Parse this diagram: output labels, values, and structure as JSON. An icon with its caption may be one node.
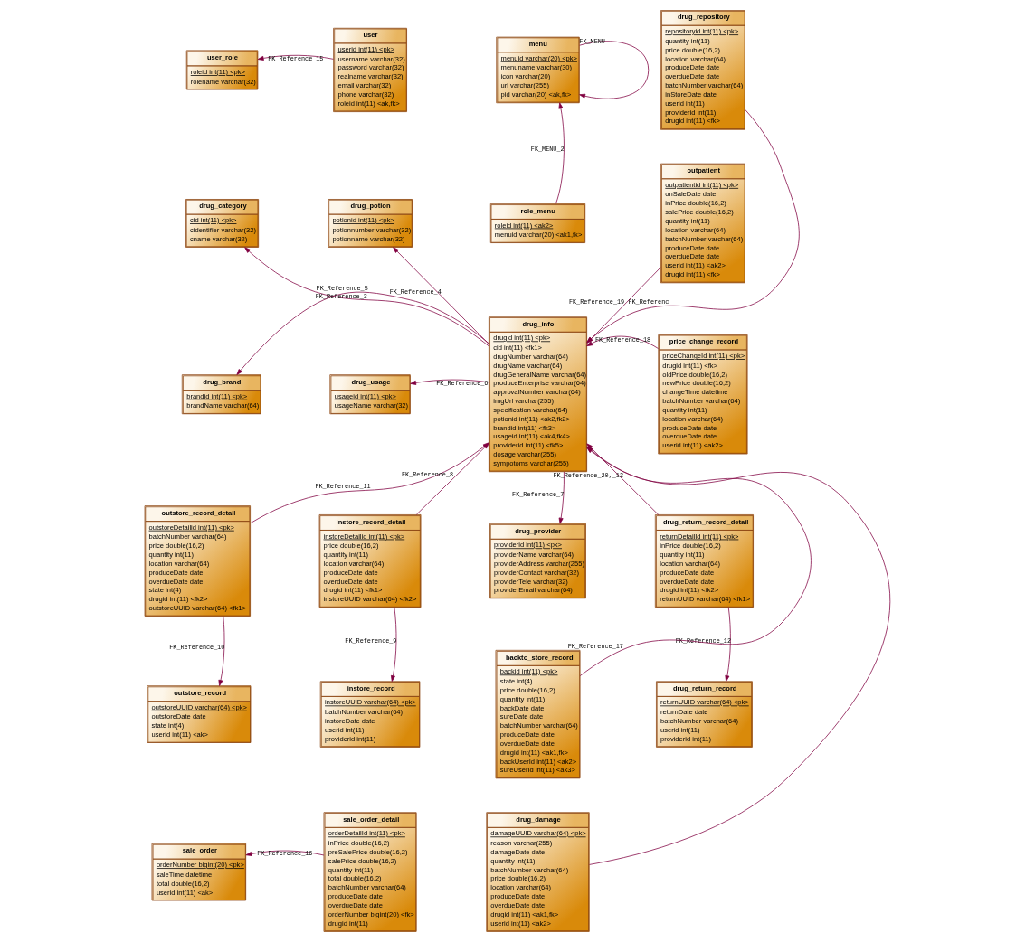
{
  "diagram": {
    "nodes": [
      {
        "text": [
          "menu",
          "menuid varchar(20) <pk>",
          "menuname varchar(30)",
          "icon varchar(20)",
          "url varchar(255)",
          "pid varchar(20) <ak,fk>"
        ]
      },
      {
        "text": [
          "user",
          "userid int(11) <pk>",
          "username varchar(32)",
          "password varchar(32)",
          "realname varchar(32)",
          "email varchar(32)",
          "phone varchar(32)",
          "roleid int(11) <ak,fk>"
        ]
      },
      {
        "text": [
          "user_role",
          "roleid int(11) <pk>",
          "rolename varchar(32)"
        ]
      },
      {
        "text": [
          "role_menu",
          "roleid int(11) <ak2>",
          "menuid varchar(20) <ak1,fk>"
        ]
      },
      {
        "text": [
          "drug_repository",
          "repositoryid int(11) <pk>",
          "quantity int(11)",
          "price double(16,2)",
          "location varchar(64)",
          "produceDate date",
          "overdueDate date",
          "batchNumber varchar(64)",
          "inStoreDate date",
          "userid int(11)",
          "providerid int(11)",
          "drugid int(11) <fk>"
        ]
      },
      {
        "text": [
          "drug_category",
          "cid int(11) <pk>",
          "cidentifier varchar(32)",
          "cname varchar(32)"
        ]
      },
      {
        "text": [
          "drug_potion",
          "potionid int(11) <pk>",
          "potionnumber varchar(32)",
          "potionname varchar(32)"
        ]
      },
      {
        "text": [
          "drug_info",
          "drugid int(11) <pk>",
          "cid int(11) <fk1>",
          "drugNumber varchar(64)",
          "drugName varchar(64)",
          "drugGeneralName varchar(64)",
          "produceEnterprise varchar(64)",
          "approvalNumber varchar(64)",
          "imgUrl varchar(255)",
          "specification varchar(64)",
          "potionid int(11) <ak2,fk2>",
          "brandid int(11) <fk3>",
          "usageid int(11) <ak4,fk4>",
          "providerid int(11) <fk5>",
          "dosage varchar(255)",
          "sympotoms varchar(255)"
        ]
      },
      {
        "text": [
          "outpatient",
          "outpatientid int(11) <pk>",
          "onSaleDate date",
          "inPrice double(16,2)",
          "salePrice double(16,2)",
          "quantity int(11)",
          "location varchar(64)",
          "batchNumber varchar(64)",
          "produceDate date",
          "overdueDate date",
          "userid int(11) <ak2>",
          "drugid int(11) <fk>"
        ]
      },
      {
        "text": [
          "drug_brand",
          "brandid int(11) <pk>",
          "brandName varchar(64)"
        ]
      },
      {
        "text": [
          "drug_usage",
          "usageid int(11) <pk>",
          "usageName varchar(32)"
        ]
      },
      {
        "text": [
          "price_change_record",
          "priceChangeId int(11) <pk>",
          "drugid int(11) <fk>",
          "oldPrice double(16,2)",
          "newPrice double(16,2)",
          "changeTime datetime",
          "batchNumber varchar(64)",
          "quantity int(11)",
          "location varchar(64)",
          "produceDate date",
          "overdueDate date",
          "userid int(11) <ak2>"
        ]
      },
      {
        "text": [
          "outstore_record_detail",
          "outstoreDetailid int(11) <pk>",
          "batchNumber varchar(64)",
          "price double(16,2)",
          "quantity int(11)",
          "location varchar(64)",
          "produceDate date",
          "overdueDate date",
          "state int(4)",
          "drugid int(11) <fk2>",
          "outstoreUUID varchar(64) <fk1>"
        ]
      },
      {
        "text": [
          "drug_return_record_detail",
          "returnDetailId int(11) <pk>",
          "inPrice double(16,2)",
          "quantity int(11)",
          "location varchar(64)",
          "produceDate date",
          "overdueDate date",
          "drugid int(11) <fk2>",
          "returnUUID varchar(64) <fk1>"
        ]
      },
      {
        "text": [
          "instore_record_detail",
          "instoreDetailid int(11) <pk>",
          "price double(16,2)",
          "quantity int(11)",
          "location varchar(64)",
          "produceDate date",
          "overdueDate date",
          "drugid int(11) <fk1>",
          "instoreUUID varchar(64) <fk2>"
        ]
      },
      {
        "text": [
          "drug_provider",
          "providerid int(11) <pk>",
          "providerName varchar(64)",
          "providerAddress varchar(255)",
          "providerContact varchar(32)",
          "providerTele varchar(32)",
          "providerEmail varchar(64)"
        ]
      },
      {
        "text": [
          "outstore_record",
          "outstoreUUID varchar(64) <pk>",
          "outstoreDate date",
          "state int(4)",
          "userid int(11) <ak>"
        ]
      },
      {
        "text": [
          "instore_record",
          "instoreUUID varchar(64) <pk>",
          "batchNumber varchar(64)",
          "instoreDate date",
          "userid int(11)",
          "providerid int(11)"
        ]
      },
      {
        "text": [
          "drug_return_record",
          "returnUUID varchar(64) <pk>",
          "returnDate date",
          "batchNumber varchar(64)",
          "userid int(11)",
          "providerid int(11)"
        ]
      },
      {
        "text": [
          "backto_store_record",
          "backid int(11) <pk>",
          "state int(4)",
          "price double(16,2)",
          "quantity int(11)",
          "backDate date",
          "sureDate date",
          "batchNumber varchar(64)",
          "produceDate date",
          "overdueDate date",
          "drugid int(11) <ak1,fk>",
          "backUserId int(11) <ak2>",
          "sureUserId int(11) <ak3>"
        ]
      },
      {
        "text": [
          "sale_order_detail",
          "orderDetailId int(11) <pk>",
          "inPrice double(16,2)",
          "preSalePrice double(16,2)",
          "salePrice double(16,2)",
          "quantity int(11)",
          "total double(16,2)",
          "batchNumber varchar(64)",
          "produceDate date",
          "overdueDate date",
          "orderNumber bigint(20) <fk>",
          "drugid int(11)"
        ]
      },
      {
        "text": [
          "drug_damage",
          "damageUUID varchar(64) <pk>",
          "reason varchar(255)",
          "damageDate date",
          "quantity int(11)",
          "batchNumber varchar(64)",
          "price double(16,2)",
          "location varchar(64)",
          "produceDate date",
          "overdueDate date",
          "drugid int(11) <ak1,fk>",
          "userid int(11) <ak2>"
        ]
      },
      {
        "text": [
          "sale_order",
          "orderNumber bigint(20) <pk>",
          "saleTime datetime",
          "total double(16,2)",
          "userid int(11) <ak>"
        ]
      }
    ],
    "edges": [
      {
        "from": 0,
        "to": 0,
        "arrow": "to",
        "label": "FK_MENU"
      },
      {
        "from": 1,
        "to": 2,
        "arrow": "to",
        "label": "FK_Reference_15"
      },
      {
        "from": 3,
        "to": 0,
        "arrow": "to",
        "label": "FK_MENU_2"
      },
      {
        "from": 7,
        "to": 5,
        "arrow": "to",
        "label": "FK_Reference_3"
      },
      {
        "from": 7,
        "to": 6,
        "arrow": "to",
        "label": "FK_Reference_4"
      },
      {
        "from": 4,
        "to": 7,
        "arrow": "to",
        "label": "FK_Referenc"
      },
      {
        "from": 8,
        "to": 7,
        "arrow": "to",
        "label": "FK_Reference_19"
      },
      {
        "from": 7,
        "to": 9,
        "arrow": "to",
        "label": "FK_Reference_5"
      },
      {
        "from": 11,
        "to": 7,
        "arrow": "to",
        "label": "FK_Reference_18"
      },
      {
        "from": 7,
        "to": 10,
        "arrow": "to",
        "label": "FK_Reference_6"
      },
      {
        "from": 13,
        "to": 7,
        "arrow": "to",
        "label": "FK_Reference_20,_13"
      },
      {
        "from": 21,
        "to": 7,
        "arrow": "to"
      },
      {
        "from": 12,
        "to": 7,
        "arrow": "to",
        "label": "FK_Reference_11"
      },
      {
        "from": 7,
        "to": 15,
        "arrow": "to",
        "label": "FK_Reference_7"
      },
      {
        "from": 14,
        "to": 7,
        "arrow": "to",
        "label": "FK_Reference_8"
      },
      {
        "from": 19,
        "to": 7,
        "arrow": "to",
        "label": "FK_Reference_17"
      },
      {
        "from": 12,
        "to": 16,
        "arrow": "to",
        "label": "FK_Reference_10"
      },
      {
        "from": 14,
        "to": 17,
        "arrow": "to",
        "label": "FK_Reference_9"
      },
      {
        "from": 13,
        "to": 18,
        "arrow": "to",
        "label": "FK_Reference_12"
      },
      {
        "from": 20,
        "to": 22,
        "arrow": "to",
        "label": "FK_Reference_16"
      }
    ]
  }
}
